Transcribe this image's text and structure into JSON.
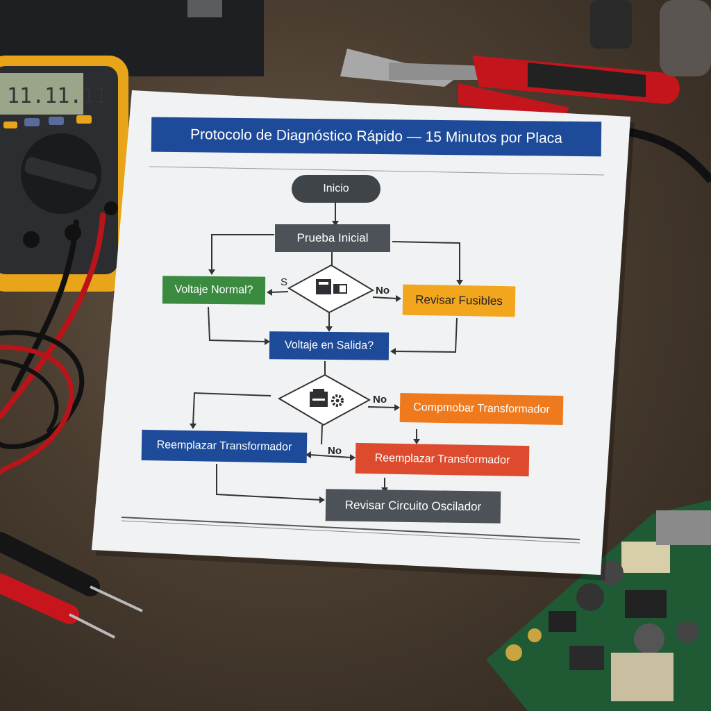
{
  "flowchart": {
    "title": "Protocolo de Diagnóstico Rápido — 15 Minutos por Placa",
    "nodes": {
      "inicio": "Inicio",
      "prueba_inicial": "Prueba Inicial",
      "voltaje_normal": "Voltaje Normal?",
      "revisar_fusibles": "Revisar Fusibles",
      "voltaje_salida": "Voltaje en Salida?",
      "comprobar_transformador": "Compmobar Transformador",
      "reemplazar_transformador_left": "Reemplazar Transformador",
      "reemplazar_transformador_right": "Reemplazar Transformador",
      "revisar_oscilador": "Revisar Circuito Oscilador"
    },
    "edge_labels": {
      "no_1": "No",
      "s_1": "S",
      "no_2": "No",
      "no_3": "No"
    },
    "icons": [
      "power-supply-icon",
      "battery-icon",
      "printer-icon",
      "gear-icon"
    ]
  },
  "multimeter": {
    "display": "11.11.11"
  },
  "colors": {
    "title_blue": "#1d4b99",
    "green": "#3a8a3f",
    "yellow": "#f2a61d",
    "orange": "#ef7a1e",
    "red": "#dd4a2e",
    "gray": "#4d5258",
    "dark_pill": "#3f4448"
  }
}
